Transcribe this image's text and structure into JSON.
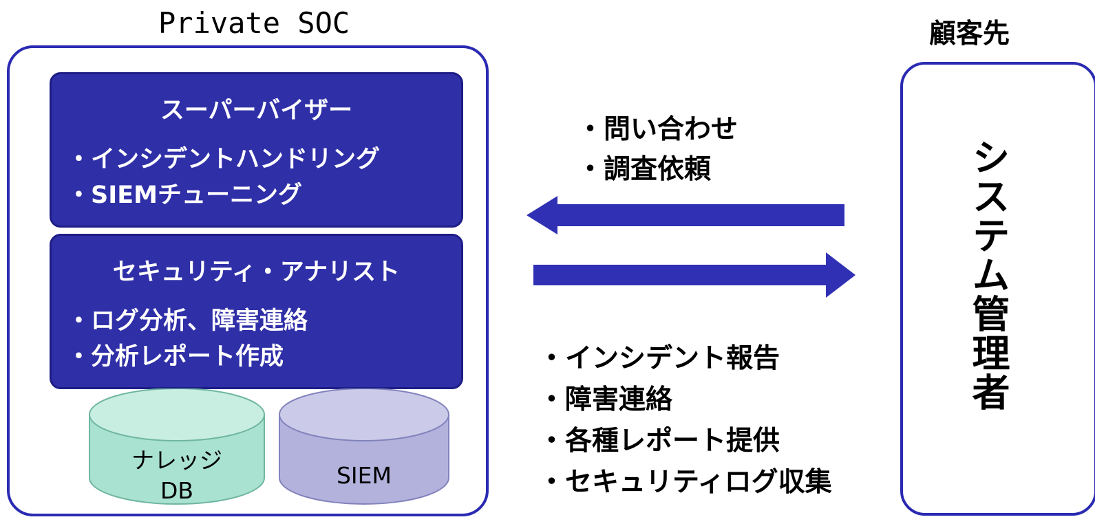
{
  "soc": {
    "title": "Private SOC",
    "supervisor": {
      "title": "スーパーバイザー",
      "items": [
        "・インシデントハンドリング",
        "・SIEMチューニング"
      ]
    },
    "analyst": {
      "title": "セキュリティ・アナリスト",
      "items": [
        "・ログ分析、障害連絡",
        "・分析レポート作成"
      ]
    },
    "databases": {
      "knowledge_line1": "ナレッジ",
      "knowledge_line2": "DB",
      "siem": "SIEM"
    }
  },
  "flows": {
    "to_soc": [
      "・問い合わせ",
      "・調査依頼"
    ],
    "to_client": [
      "・インシデント報告",
      "・障害連絡",
      "・各種レポート提供",
      "・セキュリティログ収集"
    ]
  },
  "client": {
    "title": "顧客先",
    "role": "システム管理者"
  },
  "colors": {
    "role_box_fill": "#2f2fa8",
    "frame_border": "#2a2ab2",
    "arrow": "#3030b4",
    "knowledge_db": "#a9e2d0",
    "siem_db": "#b2b2dc"
  }
}
